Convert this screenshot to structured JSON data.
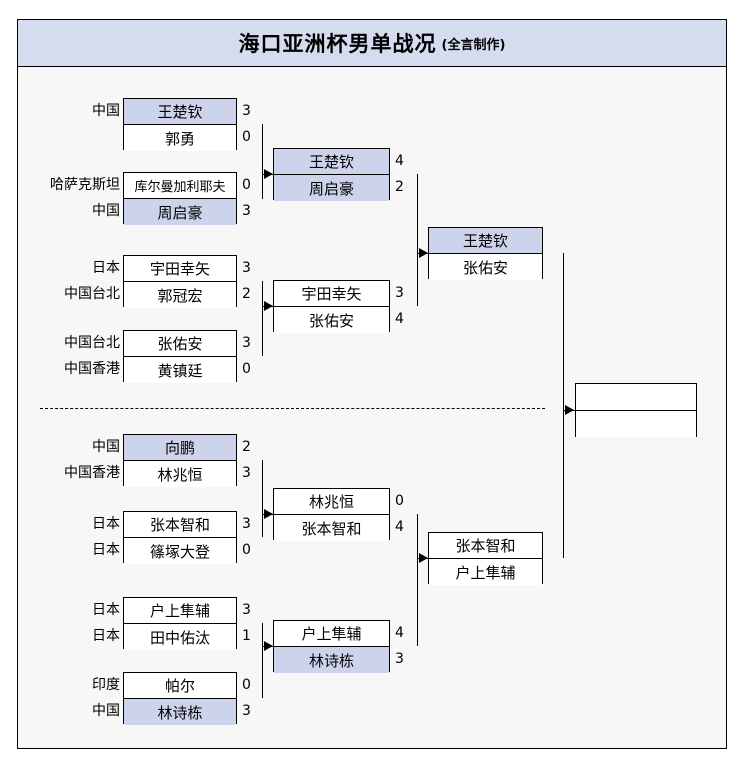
{
  "header": {
    "title": "海口亚洲杯男单战况",
    "subtitle": "(全言制作)"
  },
  "colors": {
    "highlight": "#ccd3eb",
    "title_band": "#d6dcf0",
    "background": "#f7f7f7",
    "border": "#000000"
  },
  "chart_data": {
    "type": "bracket",
    "title": "海口亚洲杯男单战况",
    "rounds": [
      {
        "name": "round-16",
        "matches": [
          {
            "players": [
              {
                "country": "中国",
                "name": "王楚钦",
                "score": "3",
                "winner": true
              },
              {
                "country": "",
                "name": "郭勇",
                "score": "0",
                "winner": false
              }
            ]
          },
          {
            "players": [
              {
                "country": "哈萨克斯坦",
                "name": "库尔曼加利耶夫",
                "score": "0",
                "winner": false
              },
              {
                "country": "中国",
                "name": "周启豪",
                "score": "3",
                "winner": true
              }
            ]
          },
          {
            "players": [
              {
                "country": "日本",
                "name": "宇田幸矢",
                "score": "3",
                "winner": false
              },
              {
                "country": "中国台北",
                "name": "郭冠宏",
                "score": "2",
                "winner": false
              }
            ]
          },
          {
            "players": [
              {
                "country": "中国台北",
                "name": "张佑安",
                "score": "3",
                "winner": false
              },
              {
                "country": "中国香港",
                "name": "黄镇廷",
                "score": "0",
                "winner": false
              }
            ]
          },
          {
            "players": [
              {
                "country": "中国",
                "name": "向鹏",
                "score": "2",
                "winner": true
              },
              {
                "country": "中国香港",
                "name": "林兆恒",
                "score": "3",
                "winner": false
              }
            ]
          },
          {
            "players": [
              {
                "country": "日本",
                "name": "张本智和",
                "score": "3",
                "winner": false
              },
              {
                "country": "日本",
                "name": "篠塚大登",
                "score": "0",
                "winner": false
              }
            ]
          },
          {
            "players": [
              {
                "country": "日本",
                "name": "户上隼辅",
                "score": "3",
                "winner": false
              },
              {
                "country": "日本",
                "name": "田中佑汰",
                "score": "1",
                "winner": false
              }
            ]
          },
          {
            "players": [
              {
                "country": "印度",
                "name": "帕尔",
                "score": "0",
                "winner": false
              },
              {
                "country": "中国",
                "name": "林诗栋",
                "score": "3",
                "winner": true
              }
            ]
          }
        ]
      },
      {
        "name": "quarter-final",
        "matches": [
          {
            "players": [
              {
                "country": "",
                "name": "王楚钦",
                "score": "4",
                "winner": true
              },
              {
                "country": "",
                "name": "周启豪",
                "score": "2",
                "winner": true
              }
            ]
          },
          {
            "players": [
              {
                "country": "",
                "name": "宇田幸矢",
                "score": "3",
                "winner": false
              },
              {
                "country": "",
                "name": "张佑安",
                "score": "4",
                "winner": false
              }
            ]
          },
          {
            "players": [
              {
                "country": "",
                "name": "林兆恒",
                "score": "0",
                "winner": false
              },
              {
                "country": "",
                "name": "张本智和",
                "score": "4",
                "winner": false
              }
            ]
          },
          {
            "players": [
              {
                "country": "",
                "name": "户上隼辅",
                "score": "4",
                "winner": false
              },
              {
                "country": "",
                "name": "林诗栋",
                "score": "3",
                "winner": true
              }
            ]
          }
        ]
      },
      {
        "name": "semi-final",
        "matches": [
          {
            "players": [
              {
                "country": "",
                "name": "王楚钦",
                "score": "",
                "winner": true
              },
              {
                "country": "",
                "name": "张佑安",
                "score": "",
                "winner": false
              }
            ]
          },
          {
            "players": [
              {
                "country": "",
                "name": "张本智和",
                "score": "",
                "winner": false
              },
              {
                "country": "",
                "name": "户上隼辅",
                "score": "",
                "winner": false
              }
            ]
          }
        ]
      },
      {
        "name": "final",
        "matches": [
          {
            "players": [
              {
                "country": "",
                "name": "",
                "score": "",
                "winner": false
              },
              {
                "country": "",
                "name": "",
                "score": "",
                "winner": false
              }
            ]
          }
        ]
      }
    ]
  }
}
